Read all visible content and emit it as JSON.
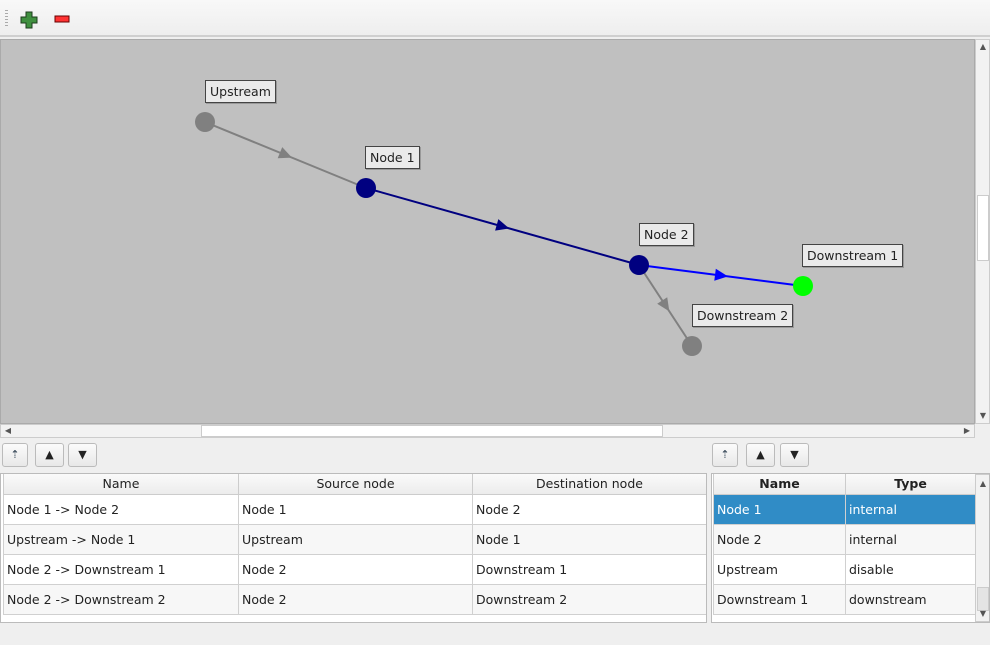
{
  "toolbar": {
    "add_icon": "green-plus-icon",
    "remove_icon": "red-minus-icon"
  },
  "graph": {
    "nodes": [
      {
        "id": "upstream",
        "label": "Upstream",
        "color": "#808080"
      },
      {
        "id": "node1",
        "label": "Node 1",
        "color": "#000080"
      },
      {
        "id": "node2",
        "label": "Node 2",
        "color": "#000080"
      },
      {
        "id": "down1",
        "label": "Downstream 1",
        "color": "#00ff00"
      },
      {
        "id": "down2",
        "label": "Downstream 2",
        "color": "#808080"
      }
    ],
    "edges": [
      {
        "from": "upstream",
        "to": "node1",
        "color": "#808080"
      },
      {
        "from": "node1",
        "to": "node2",
        "color": "#000080"
      },
      {
        "from": "node2",
        "to": "down1",
        "color": "#0000ff"
      },
      {
        "from": "node2",
        "to": "down2",
        "color": "#808080"
      }
    ]
  },
  "edges_table": {
    "buttons": {
      "sort_icon": "sort-icon",
      "up_icon": "up-arrow-icon",
      "down_icon": "down-arrow-icon"
    },
    "columns": [
      "Name",
      "Source node",
      "Destination node"
    ],
    "rows": [
      [
        "Node 1 -> Node 2",
        "Node 1",
        "Node 2"
      ],
      [
        "Upstream -> Node 1",
        "Upstream",
        "Node 1"
      ],
      [
        "Node 2 -> Downstream 1",
        "Node 2",
        "Downstream 1"
      ],
      [
        "Node 2 -> Downstream 2",
        "Node 2",
        "Downstream 2"
      ]
    ]
  },
  "nodes_table": {
    "columns": [
      "Name",
      "Type"
    ],
    "rows": [
      [
        "Node 1",
        "internal"
      ],
      [
        "Node 2",
        "internal"
      ],
      [
        "Upstream",
        "disable"
      ],
      [
        "Downstream 1",
        "downstream"
      ]
    ],
    "selected_row": 0,
    "selection_color": "#308cc6"
  }
}
